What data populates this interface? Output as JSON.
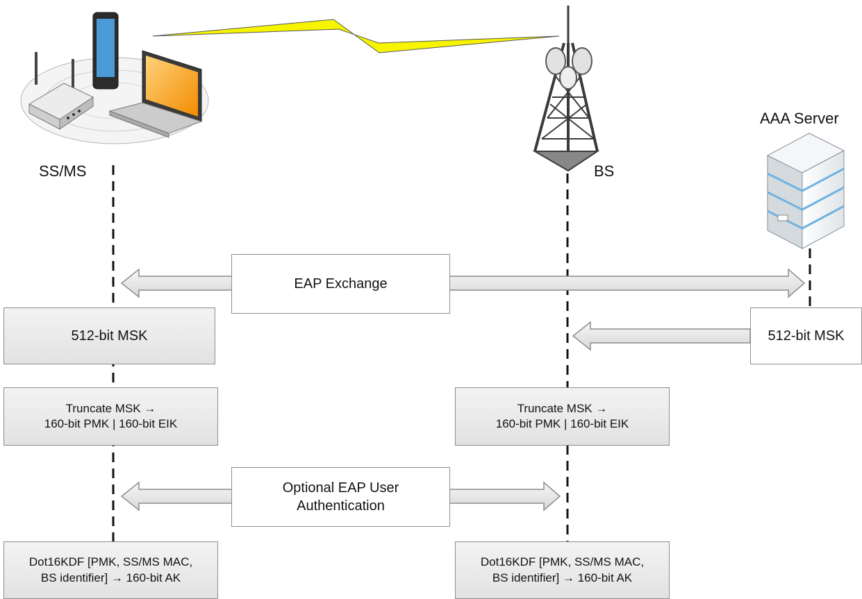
{
  "nodes": {
    "ssms": "SS/MS",
    "bs": "BS",
    "aaa": "AAA Server"
  },
  "arrows": {
    "eap_exchange": "EAP Exchange",
    "optional_auth_line1": "Optional EAP User",
    "optional_auth_line2": "Authentication"
  },
  "steps": {
    "msk_left": "512-bit MSK",
    "msk_right": "512-bit MSK",
    "truncate_line1": "Truncate MSK →",
    "truncate_line2": "160-bit PMK | 160-bit EIK",
    "kdf_line1": "Dot16KDF [PMK, SS/MS MAC,",
    "kdf_line2": "BS identifier] → 160-bit AK"
  },
  "icons": {
    "client_devices": "router-phone-laptop-icon",
    "base_station": "cell-tower-icon",
    "aaa": "server-icon",
    "wireless_link": "lightning-bolt-icon"
  },
  "colors": {
    "lightning": "#f7f400",
    "box_fill": "#e8e8e8",
    "border": "#8c8c8c"
  }
}
